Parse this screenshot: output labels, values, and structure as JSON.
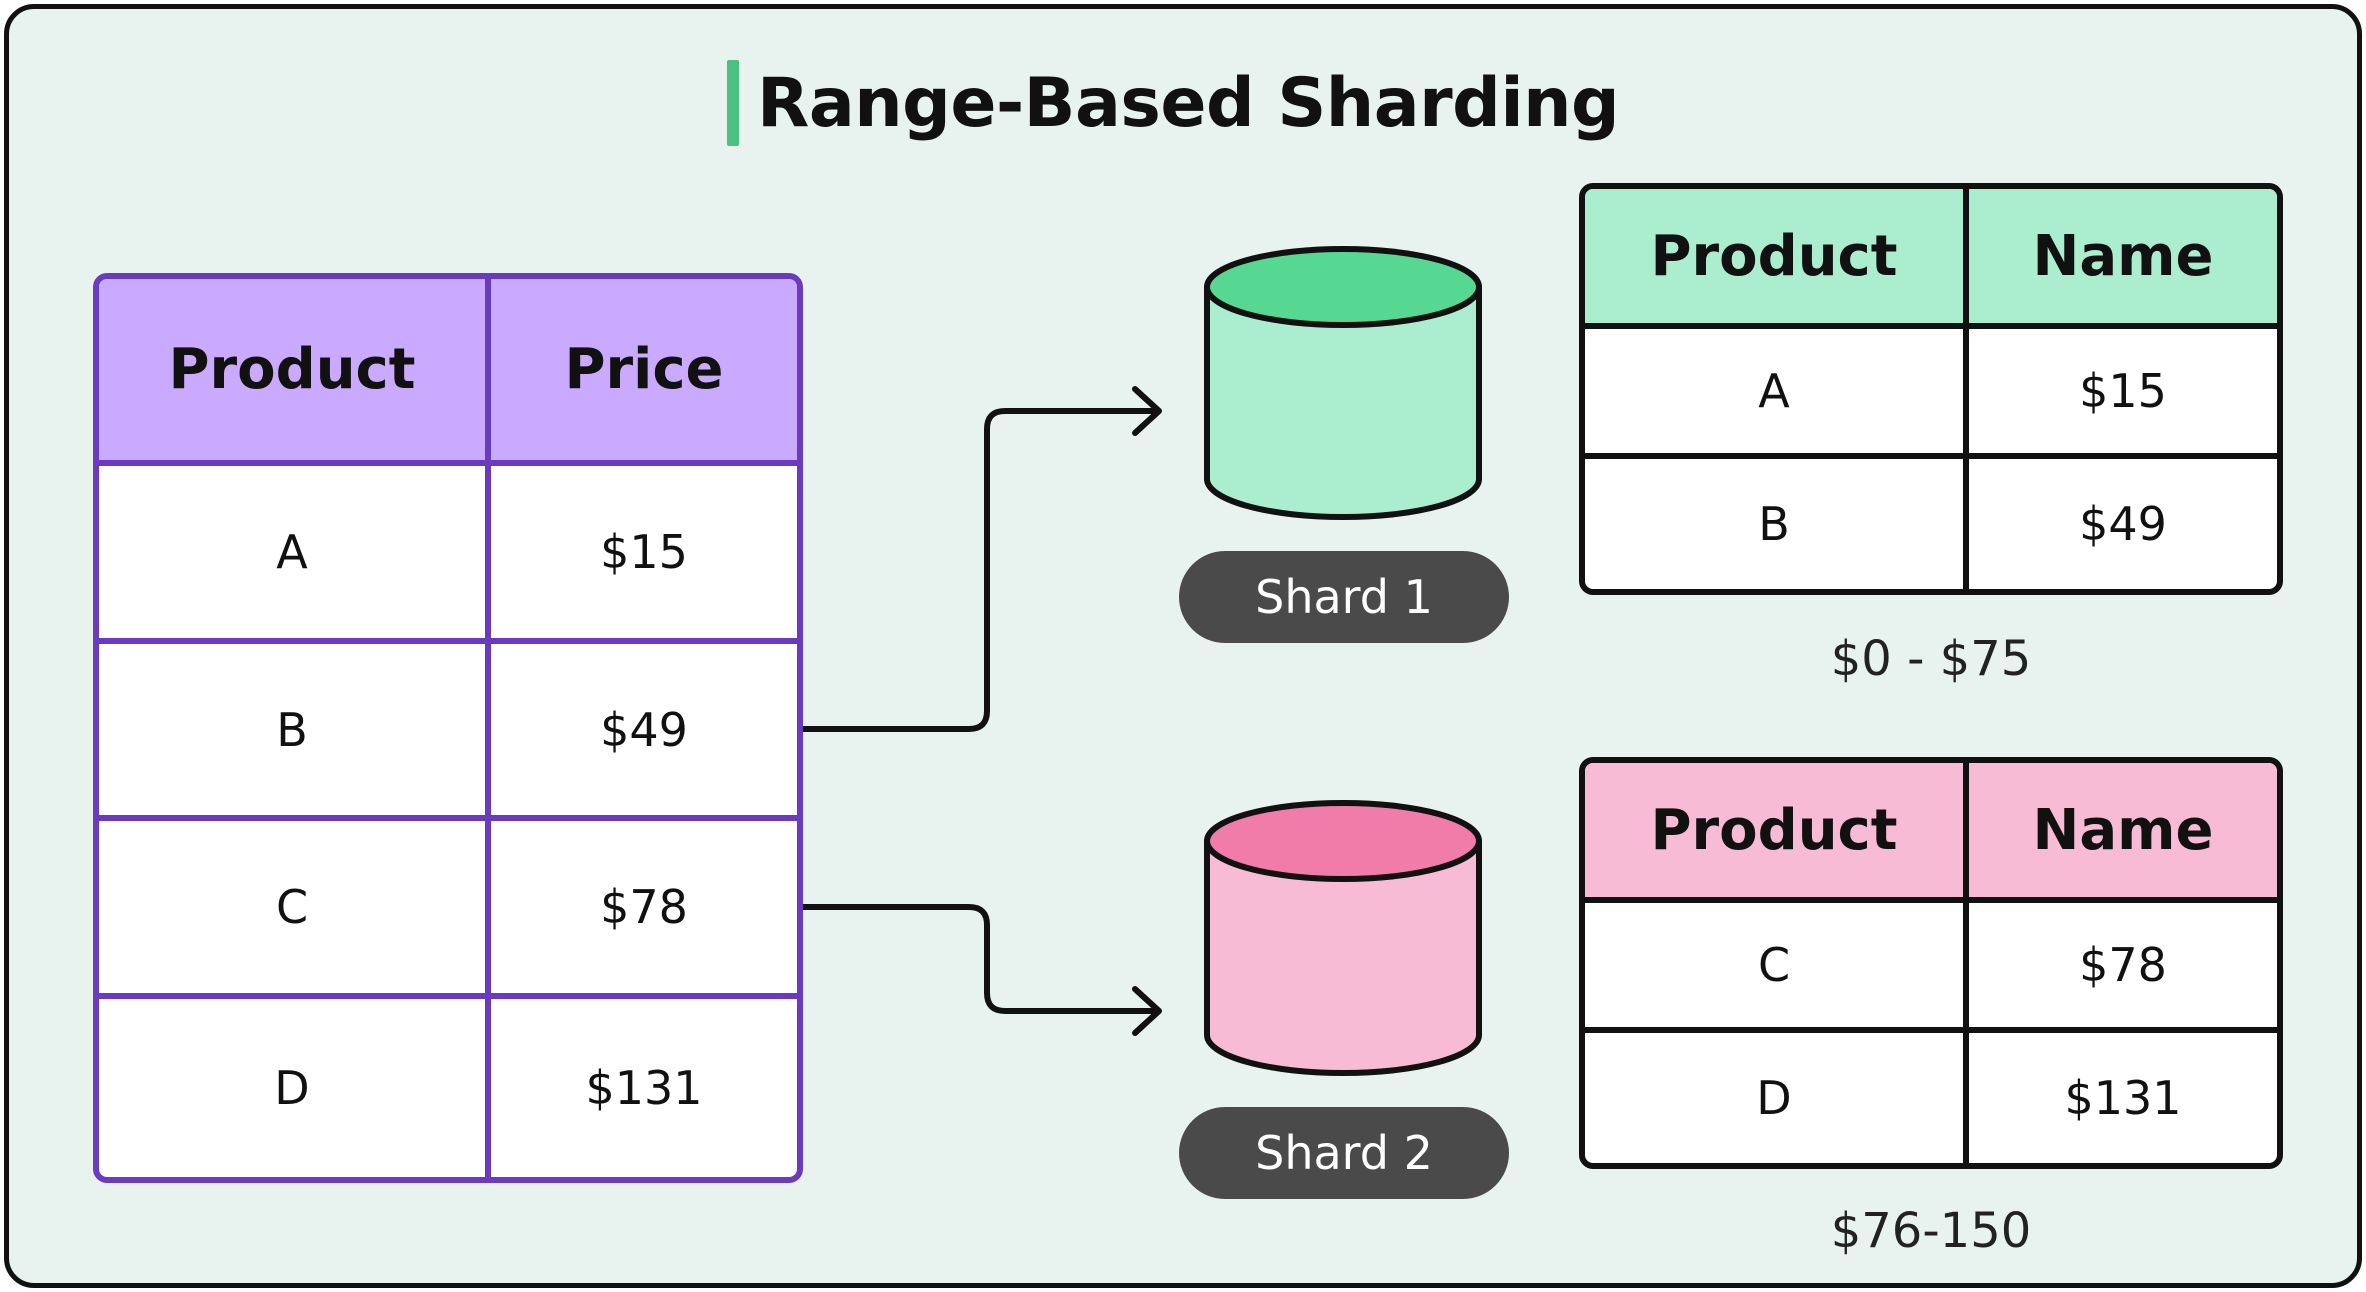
{
  "title": "Range-Based Sharding",
  "colors": {
    "title_accent": "#4cbf82",
    "source_header": "#caaaff",
    "source_border": "#6a3bbf",
    "shard1_header": "#abeecf",
    "shard1_db_body": "#abeecf",
    "shard1_db_top": "#56d892",
    "shard2_header": "#f8bbd6",
    "shard2_db_body": "#f8bbd6",
    "shard2_db_top": "#f17ba9",
    "pill_bg": "#4a4a4a"
  },
  "source_table": {
    "headers": [
      "Product",
      "Price"
    ],
    "rows": [
      [
        "A",
        "$15"
      ],
      [
        "B",
        "$49"
      ],
      [
        "C",
        "$78"
      ],
      [
        "D",
        "$131"
      ]
    ]
  },
  "shards": [
    {
      "label": "Shard 1",
      "icon": "database-icon",
      "table": {
        "headers": [
          "Product",
          "Name"
        ],
        "rows": [
          [
            "A",
            "$15"
          ],
          [
            "B",
            "$49"
          ]
        ]
      },
      "range": "$0 - $75"
    },
    {
      "label": "Shard 2",
      "icon": "database-icon",
      "table": {
        "headers": [
          "Product",
          "Name"
        ],
        "rows": [
          [
            "C",
            "$78"
          ],
          [
            "D",
            "$131"
          ]
        ]
      },
      "range": "$76-150"
    }
  ]
}
